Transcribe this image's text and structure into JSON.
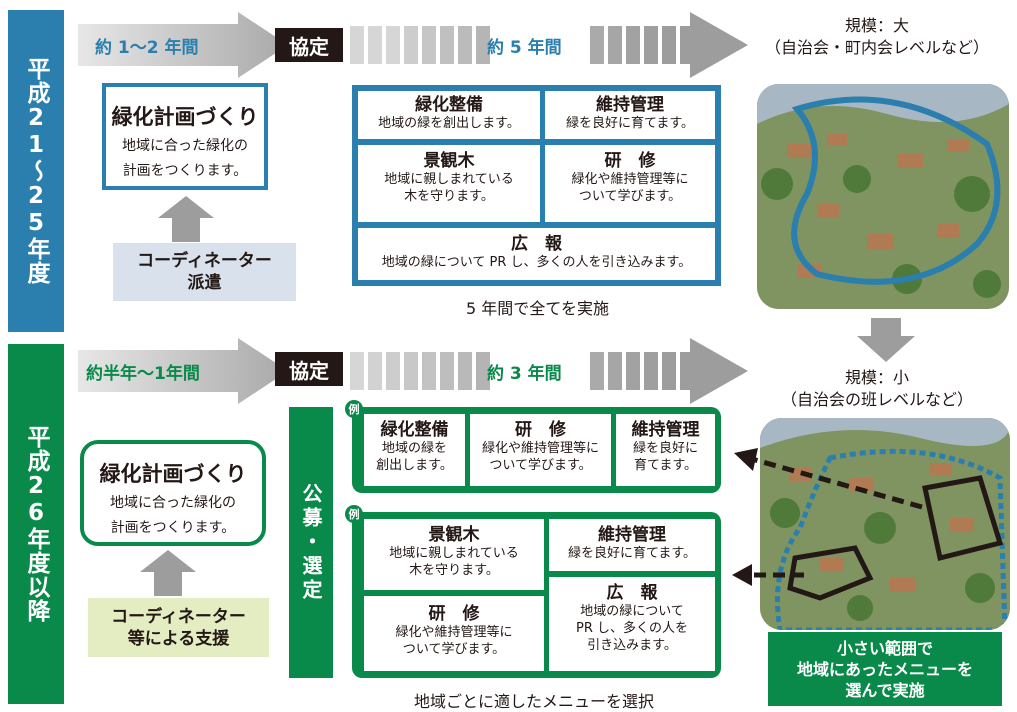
{
  "top": {
    "period_label": "平成21〜25年度",
    "arrow1_label": "約 1〜2 年間",
    "agreement_label": "協定",
    "arrow2_label": "約 5 年間",
    "plan_title": "緑化計画づくり",
    "plan_desc_1": "地域に合った緑化の",
    "plan_desc_2": "計画をつくります。",
    "coordinator_1": "コーディネーター",
    "coordinator_2": "派遣",
    "menu": [
      {
        "title": "緑化整備",
        "desc": "地域の緑を創出します。"
      },
      {
        "title": "維持管理",
        "desc": "緑を良好に育てます。"
      },
      {
        "title": "景観木",
        "desc_1": "地域に親しまれている",
        "desc_2": "木を守ります。"
      },
      {
        "title": "研　修",
        "desc_1": "緑化や維持管理等に",
        "desc_2": "ついて学びます。"
      },
      {
        "title": "広　報",
        "desc": "地域の緑について PR し、多くの人を引き込みます。"
      }
    ],
    "caption": "5 年間で全てを実施",
    "scale_1": "規模：大",
    "scale_2": "（自治会・町内会レベルなど）"
  },
  "bottom": {
    "period_label": "平成26年度以降",
    "arrow1_label": "約半年〜1年間",
    "agreement_label": "協定",
    "arrow2_label": "約 3 年間",
    "plan_title": "緑化計画づくり",
    "plan_desc_1": "地域に合った緑化の",
    "plan_desc_2": "計画をつくります。",
    "coordinator_1": "コーディネーター",
    "coordinator_2": "等による支援",
    "selection_label": "公募・選定",
    "example_badge": "例",
    "example1": [
      {
        "title": "緑化整備",
        "desc_1": "地域の緑を",
        "desc_2": "創出します。"
      },
      {
        "title": "研　修",
        "desc_1": "緑化や維持管理等に",
        "desc_2": "ついて学びます。"
      },
      {
        "title": "維持管理",
        "desc_1": "緑を良好に",
        "desc_2": "育てます。"
      }
    ],
    "example2": [
      {
        "title": "景観木",
        "desc_1": "地域に親しまれている",
        "desc_2": "木を守ります。"
      },
      {
        "title": "維持管理",
        "desc": "緑を良好に育てます。"
      },
      {
        "title": "研　修",
        "desc_1": "緑化や維持管理等に",
        "desc_2": "ついて学びます。"
      },
      {
        "title": "広　報",
        "desc_1": "地域の緑について",
        "desc_2": "PR し、多くの人を",
        "desc_3": "引き込みます。"
      }
    ],
    "caption": "地域ごとに適したメニューを選択",
    "scale_1": "規模：小",
    "scale_2": "（自治会の班レベルなど）",
    "small_note_1": "小さい範囲で",
    "small_note_2": "地域にあったメニューを",
    "small_note_3": "選んで実施"
  },
  "colors": {
    "blue": "#2a7fae",
    "green": "#0a8a4a",
    "gray": "#9d9d9d",
    "light_blue": "#d9e1ec",
    "light_green": "#e4edc2"
  }
}
